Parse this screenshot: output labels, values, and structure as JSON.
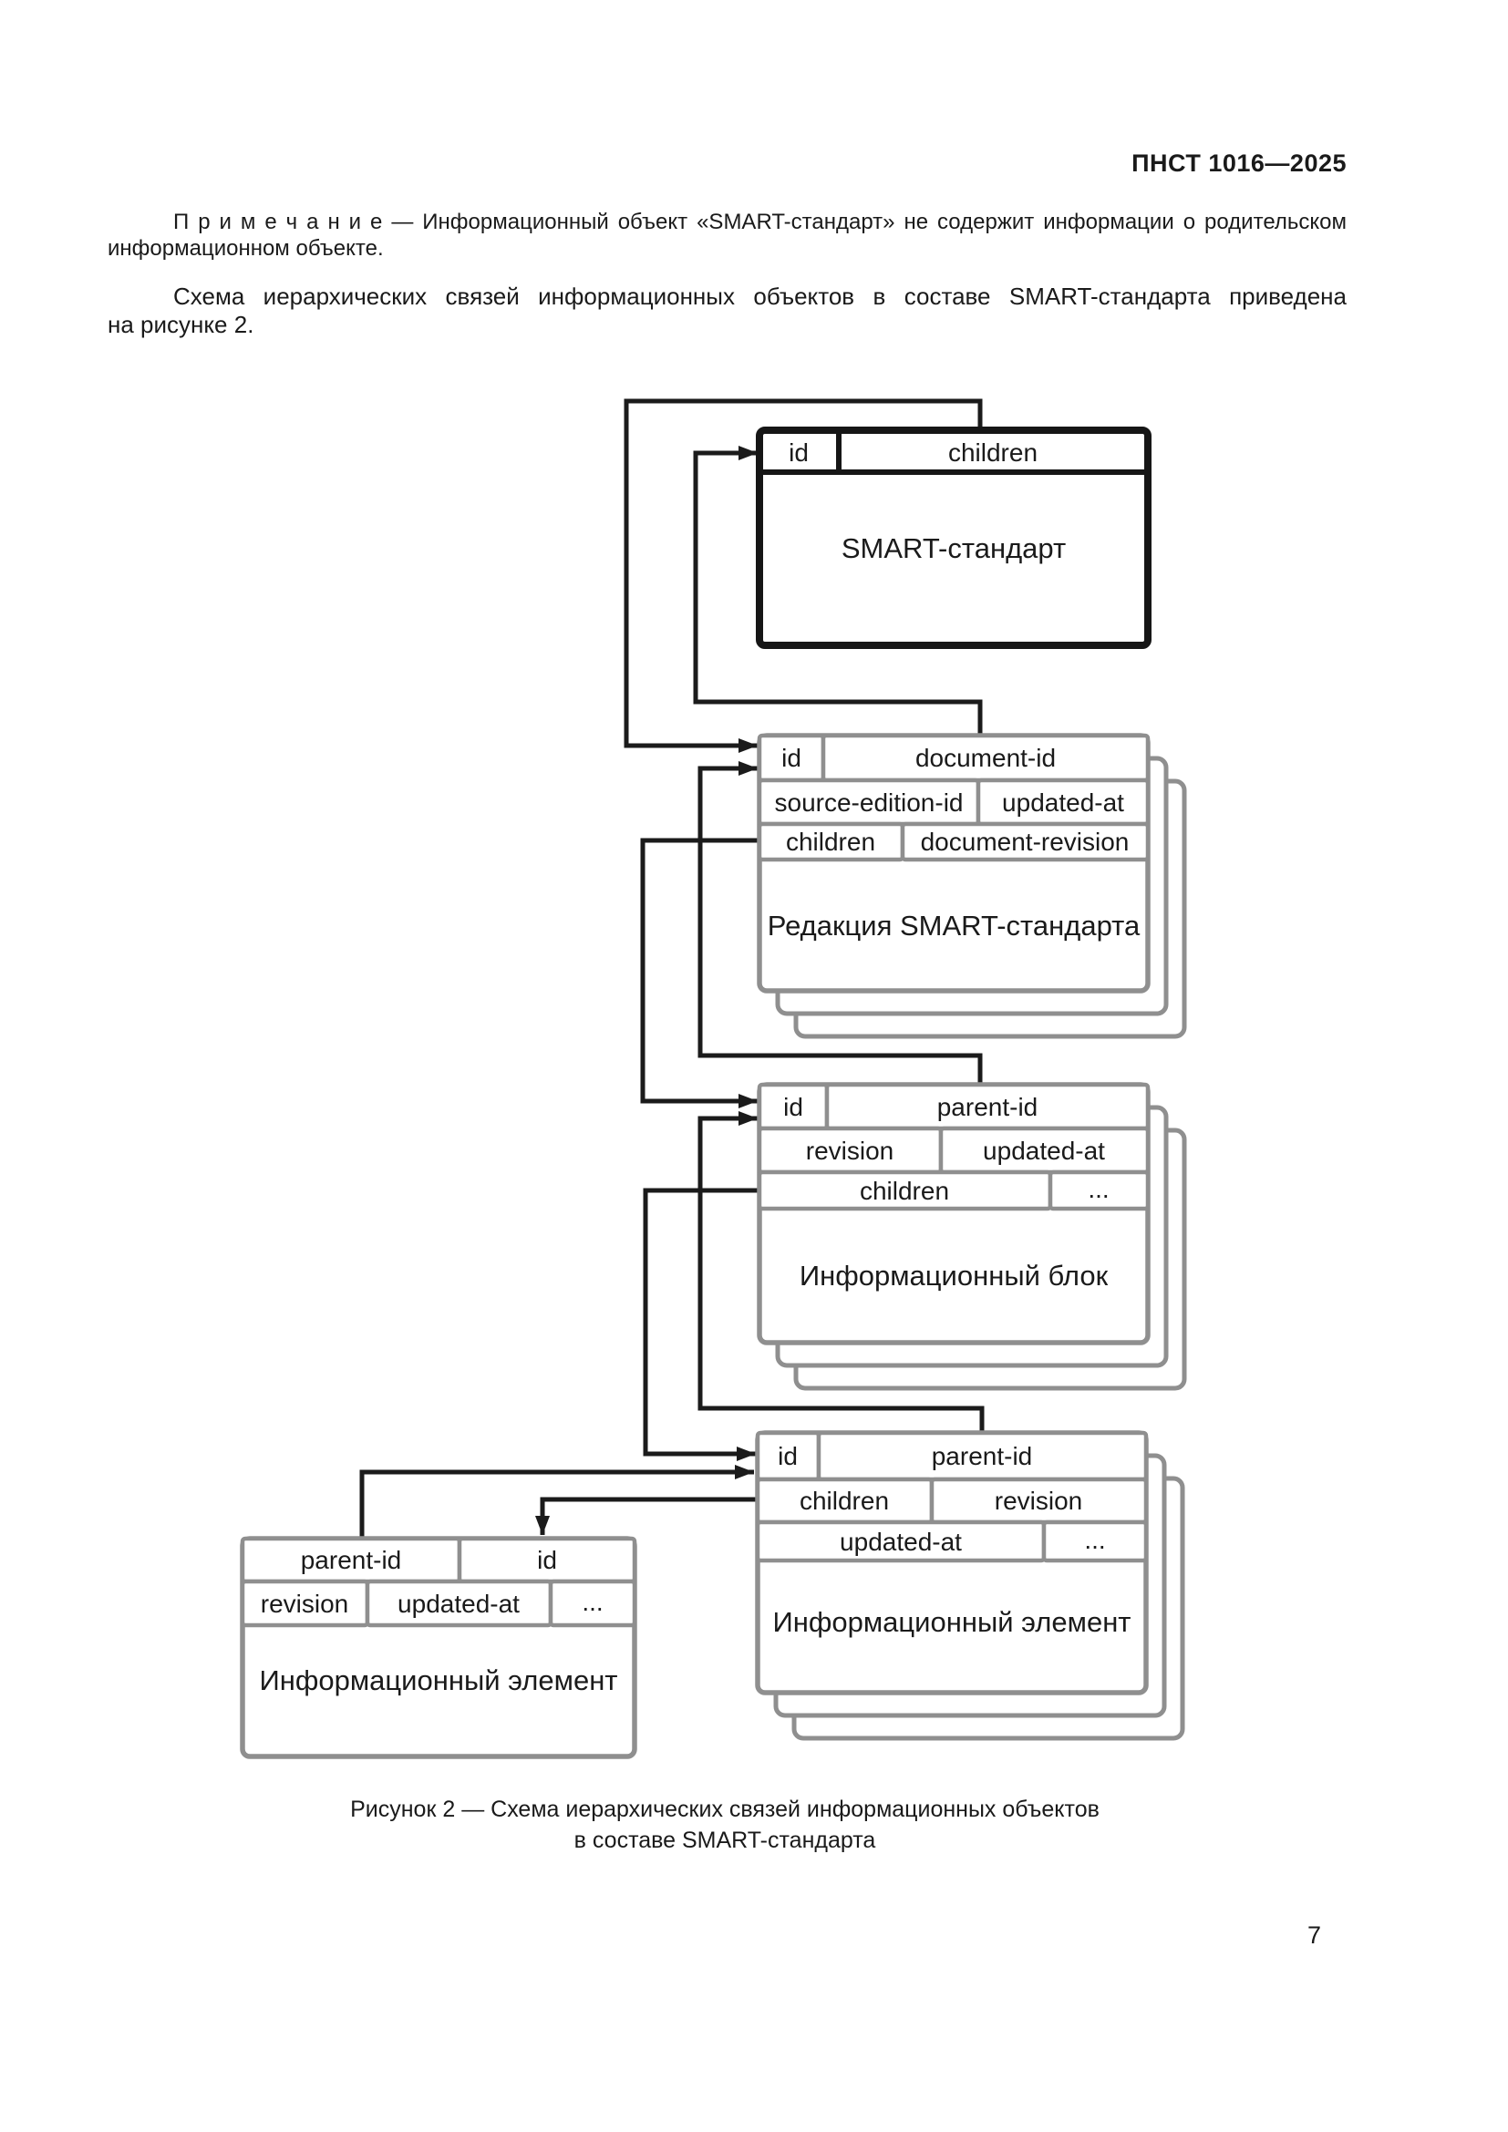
{
  "document": {
    "header": "ПНСТ 1016—2025",
    "note": {
      "line1": "П р и м е ч а н и е  — Информационный объект «SMART-стандарт» не содержит информации о родительском",
      "line2": "информационном объекте."
    },
    "paragraph": {
      "line1": "Схема иерархических связей информационных объектов в составе SMART-стандарта приведена",
      "line2": "на рисунке 2."
    },
    "caption": {
      "line1": "Рисунок 2 — Схема иерархических связей информационных объектов",
      "line2": "в составе SMART-стандарта"
    },
    "page_number": "7"
  },
  "diagram": {
    "smart_standard": {
      "title": "SMART-стандарт",
      "fields": {
        "id": "id",
        "children": "children"
      }
    },
    "edition": {
      "title": "Редакция SMART-стандарта",
      "fields": {
        "id": "id",
        "document_id": "document-id",
        "source_edition_id": "source-edition-id",
        "updated_at": "updated-at",
        "children": "children",
        "document_revision": "document-revision"
      }
    },
    "info_block": {
      "title": "Информационный блок",
      "fields": {
        "id": "id",
        "parent_id": "parent-id",
        "revision": "revision",
        "updated_at": "updated-at",
        "children": "children",
        "ellipsis": "..."
      }
    },
    "info_element": {
      "title": "Информационный элемент",
      "fields": {
        "id": "id",
        "parent_id": "parent-id",
        "children": "children",
        "revision": "revision",
        "updated_at": "updated-at",
        "ellipsis": "..."
      }
    },
    "info_element_left": {
      "title": "Информационный элемент",
      "fields": {
        "parent_id": "parent-id",
        "id": "id",
        "revision": "revision",
        "updated_at": "updated-at",
        "ellipsis": "..."
      }
    },
    "colors": {
      "connector_black": "#1b1b1b",
      "border_gray": "#8f8f8f"
    }
  }
}
